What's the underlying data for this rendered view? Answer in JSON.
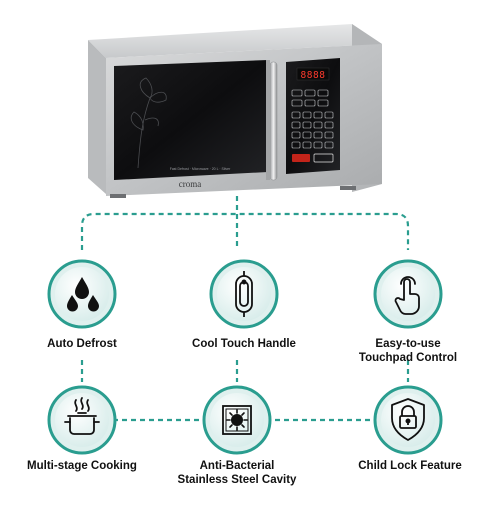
{
  "product": {
    "brand": "croma",
    "panel_note": "Fast Defrost · Microwave · 20 L · Silver",
    "display_digits": "8888"
  },
  "theme": {
    "accent": "#1f8f86",
    "accent_light": "#dff0ee",
    "dashed_line": "#2a9d8f"
  },
  "features": [
    {
      "icon": "water-drops-icon",
      "label": "Auto Defrost",
      "lines": []
    },
    {
      "icon": "door-handle-icon",
      "label": "Cool Touch Handle",
      "lines": []
    },
    {
      "icon": "touch-finger-icon",
      "label": "",
      "lines": [
        "Easy-to-use",
        "Touchpad Control"
      ]
    },
    {
      "icon": "cooking-pot-icon",
      "label": "Multi-stage Cooking",
      "lines": []
    },
    {
      "icon": "shield-badge-icon",
      "label": "",
      "lines": [
        "Anti-Bacterial",
        "Stainless Steel Cavity"
      ]
    },
    {
      "icon": "lock-shield-icon",
      "label": "Child Lock Feature",
      "lines": []
    }
  ]
}
